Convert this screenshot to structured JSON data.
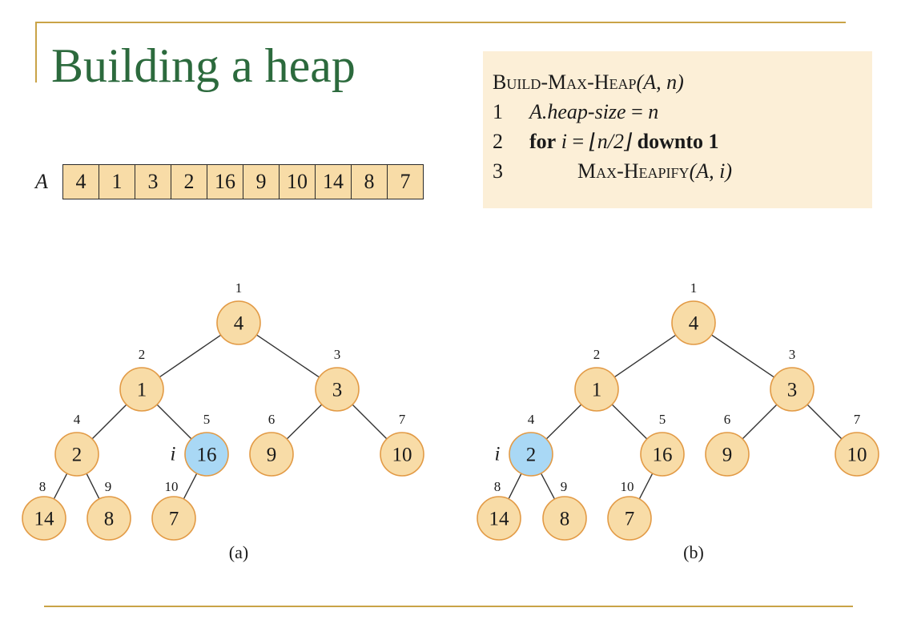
{
  "title": "Building a heap",
  "array": {
    "label": "A",
    "values": [
      "4",
      "1",
      "3",
      "2",
      "16",
      "9",
      "10",
      "14",
      "8",
      "7"
    ]
  },
  "code": {
    "proc_name": "Build-Max-Heap",
    "proc_args": "(A, n)",
    "lines": [
      {
        "num": "1",
        "lhs": "A.heap-size",
        "op": " = ",
        "rhs": "n"
      },
      {
        "num": "2",
        "kw_for": "for",
        "var": "i",
        "op": " = ",
        "expr": "⌊n/2⌋",
        "kw_downto": "downto 1"
      },
      {
        "num": "3",
        "call_name": "Max-Heapify",
        "call_args": "(A, i)"
      }
    ]
  },
  "colors": {
    "title": "#2c6a3d",
    "rule": "#c9a347",
    "node_fill": "#f8dca7",
    "node_stroke": "#e29a45",
    "highlight_fill": "#a9d8f5",
    "highlight_stroke": "#4a9fd8",
    "code_bg": "#fcefd7"
  },
  "trees": [
    {
      "caption": "(a)",
      "highlight_index": 5,
      "marker": "i",
      "nodes": [
        {
          "index": "1",
          "value": "4"
        },
        {
          "index": "2",
          "value": "1"
        },
        {
          "index": "3",
          "value": "3"
        },
        {
          "index": "4",
          "value": "2"
        },
        {
          "index": "5",
          "value": "16"
        },
        {
          "index": "6",
          "value": "9"
        },
        {
          "index": "7",
          "value": "10"
        },
        {
          "index": "8",
          "value": "14"
        },
        {
          "index": "9",
          "value": "8"
        },
        {
          "index": "10",
          "value": "7"
        }
      ]
    },
    {
      "caption": "(b)",
      "highlight_index": 4,
      "marker": "i",
      "nodes": [
        {
          "index": "1",
          "value": "4"
        },
        {
          "index": "2",
          "value": "1"
        },
        {
          "index": "3",
          "value": "3"
        },
        {
          "index": "4",
          "value": "2"
        },
        {
          "index": "5",
          "value": "16"
        },
        {
          "index": "6",
          "value": "9"
        },
        {
          "index": "7",
          "value": "10"
        },
        {
          "index": "8",
          "value": "14"
        },
        {
          "index": "9",
          "value": "8"
        },
        {
          "index": "10",
          "value": "7"
        }
      ]
    }
  ]
}
